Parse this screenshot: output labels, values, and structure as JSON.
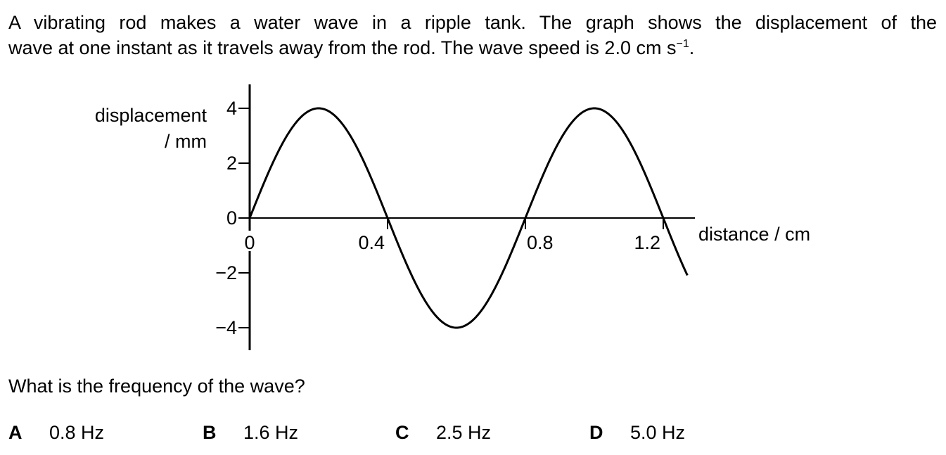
{
  "question": {
    "stem_line1": "A vibrating rod makes a water wave in a ripple tank. The graph shows the displacement of the",
    "stem_line2_pre": "wave at one instant as it travels away from the rod. The wave speed is 2.0 cm s",
    "stem_sup": "−1",
    "stem_line2_post": ".",
    "prompt": "What is the frequency of the wave?"
  },
  "options": [
    {
      "letter": "A",
      "text": "0.8 Hz"
    },
    {
      "letter": "B",
      "text": "1.6 Hz"
    },
    {
      "letter": "C",
      "text": "2.5 Hz"
    },
    {
      "letter": "D",
      "text": "5.0 Hz"
    }
  ],
  "chart_data": {
    "type": "line",
    "title": "",
    "ylabel_line1": "displacement",
    "ylabel_line2": "/ mm",
    "xlabel": "distance / cm",
    "xlim": [
      0,
      1.27
    ],
    "ylim": [
      -4.5,
      4.5
    ],
    "x_ticks": [
      {
        "value": 0,
        "label": "0"
      },
      {
        "value": 0.4,
        "label": "0.4"
      },
      {
        "value": 0.8,
        "label": "0.8"
      },
      {
        "value": 1.2,
        "label": "1.2"
      }
    ],
    "y_ticks": [
      {
        "value": 4,
        "label": "4"
      },
      {
        "value": 2,
        "label": "2"
      },
      {
        "value": 0,
        "label": "0"
      },
      {
        "value": -2,
        "label": "−2"
      },
      {
        "value": -4,
        "label": "−4"
      }
    ],
    "series": [
      {
        "function": "sine",
        "amplitude": 4,
        "wavelength": 0.8,
        "x_start": 0,
        "x_end": 1.27
      }
    ],
    "grid": false,
    "line_color": "#000000"
  }
}
